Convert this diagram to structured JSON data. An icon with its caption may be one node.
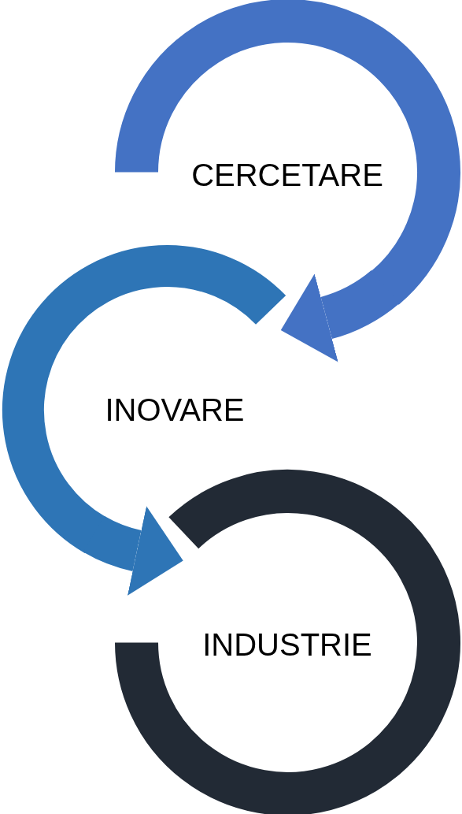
{
  "diagram": {
    "nodes": [
      {
        "text": [
          "CERCETARE"
        ]
      },
      {
        "text": [
          "INOVARE"
        ]
      },
      {
        "text": [
          "INDUSTRIE"
        ]
      }
    ],
    "edges": [
      {
        "from": 0,
        "to": 1,
        "arrow": "to",
        "color": "#4472c4"
      },
      {
        "from": 1,
        "to": 2,
        "arrow": "to",
        "color": "#2e75b6"
      }
    ]
  }
}
